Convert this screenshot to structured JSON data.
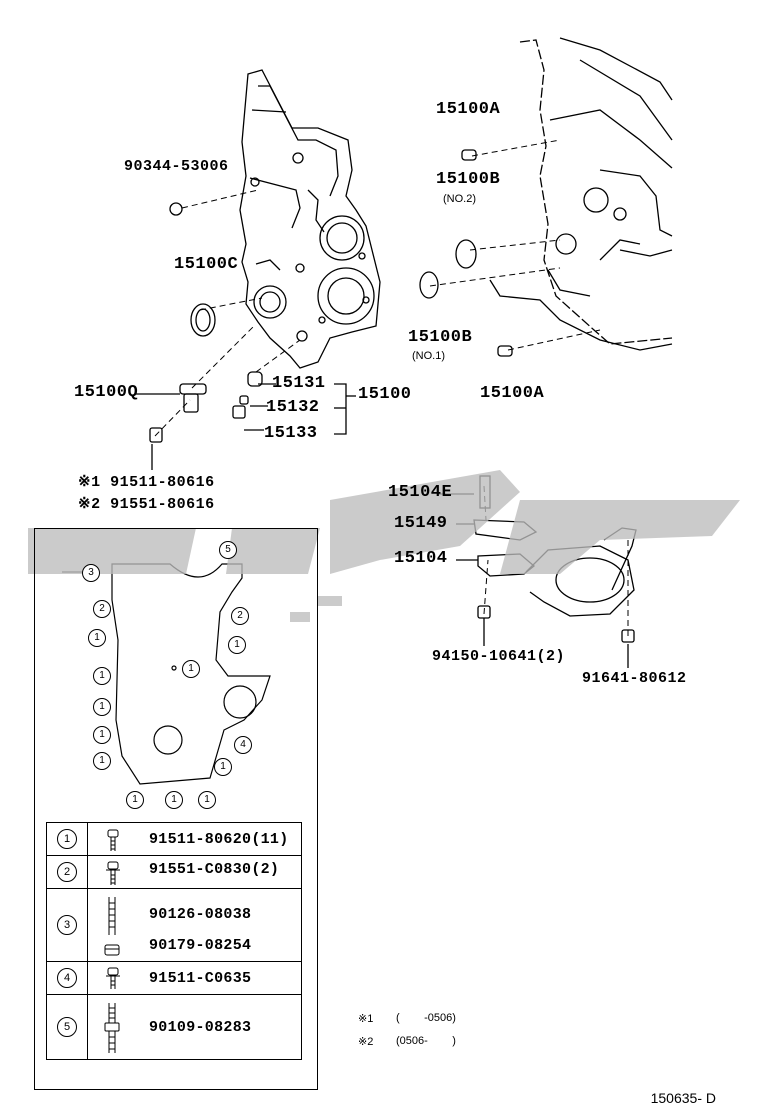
{
  "labels": {
    "p90344": "90344-53006",
    "p15100C": "15100C",
    "p15100Q": "15100Q",
    "p15131": "15131",
    "p15132": "15132",
    "p15133": "15133",
    "p15100": "15100",
    "p15100A_top": "15100A",
    "p15100B_top": "15100B",
    "p15100B_top_sub": "(NO.2)",
    "p15100B_bot": "15100B",
    "p15100B_bot_sub": "(NO.1)",
    "p15100A_bot": "15100A",
    "p15104E": "15104E",
    "p15149": "15149",
    "p15104": "15104",
    "p94150": "94150-10641(2)",
    "p91641": "91641-80612",
    "bolt1": "※1 91511-80616",
    "bolt2": "※2 91551-80616"
  },
  "callouts": [
    "1",
    "2",
    "3",
    "4",
    "5"
  ],
  "legend": [
    {
      "key": "1",
      "parts": [
        "91511-80620(11)"
      ]
    },
    {
      "key": "2",
      "parts": [
        "91551-C0830(2)"
      ]
    },
    {
      "key": "3",
      "parts": [
        "90126-08038",
        "90179-08254"
      ]
    },
    {
      "key": "4",
      "parts": [
        "91511-C0635"
      ]
    },
    {
      "key": "5",
      "parts": [
        "90109-08283"
      ]
    }
  ],
  "notes": {
    "n1_mark": "※1",
    "n1_text": "(        -0506)",
    "n2_mark": "※2",
    "n2_text": "(0506-        )"
  },
  "footer": "150635- D",
  "colors": {
    "line": "#000000",
    "watermark": "#bdbdbd"
  }
}
